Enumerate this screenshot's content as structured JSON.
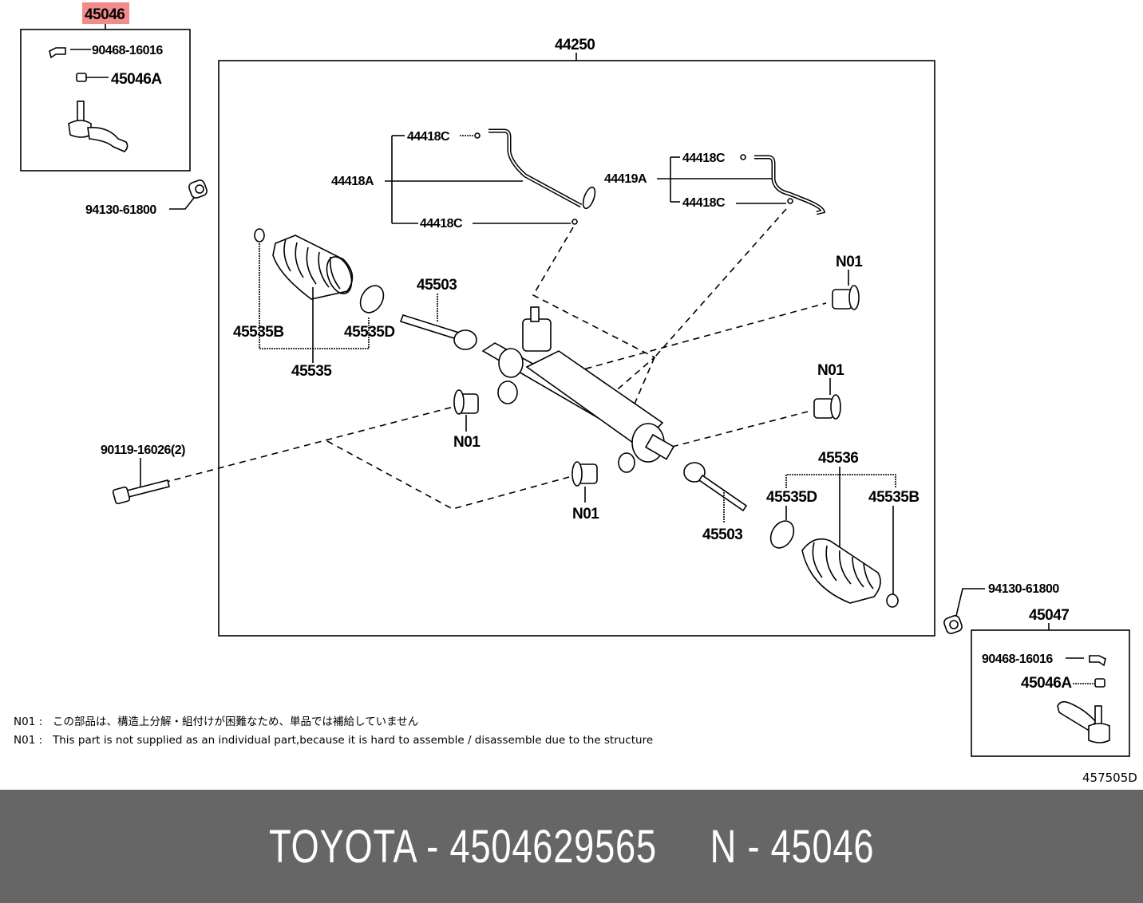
{
  "diagram": {
    "title": "Steering rack and tie rod end parts diagram",
    "highlighted_part": "45046",
    "highlight_color": "#f28b8b",
    "labels": {
      "tie_rod_end_left": "45046",
      "cotter_pin_left": "90468-16016",
      "nut_left": "45046A",
      "bushing_nut_left": "94130-61800",
      "rack_assembly": "44250",
      "tube_a_top_c": "44418C",
      "tube_a": "44418A",
      "tube_a_bottom_c": "44418C",
      "tube_b_top_c": "44418C",
      "tube_b": "44419A",
      "tube_b_bottom_c": "44418C",
      "boot_clamp_b_left": "45535B",
      "boot_clamp_d_left": "45535D",
      "boot_left": "45535",
      "tie_rod_left": "45503",
      "bushing_1": "N01",
      "bushing_2": "N01",
      "bushing_3": "N01",
      "bushing_4": "N01",
      "bolt": "90119-16026(2)",
      "boot_right": "45536",
      "boot_clamp_d_right": "45535D",
      "boot_clamp_b_right": "45535B",
      "tie_rod_right": "45503",
      "bushing_nut_right": "94130-61800",
      "tie_rod_end_right": "45047",
      "cotter_pin_right": "90468-16016",
      "nut_right": "45046A",
      "diagram_code": "457505D"
    },
    "notes": [
      {
        "code": "N01 :",
        "text": "この部品は、構造上分解・組付けが困難なため、単品では補給していません"
      },
      {
        "code": "N01 :",
        "text": "This part is not supplied as an individual part,because it is hard to assemble / disassemble due to the structure"
      }
    ]
  },
  "footer": {
    "text": "TOYOTA - 4504629565     N - 45046",
    "background": "#666666"
  }
}
